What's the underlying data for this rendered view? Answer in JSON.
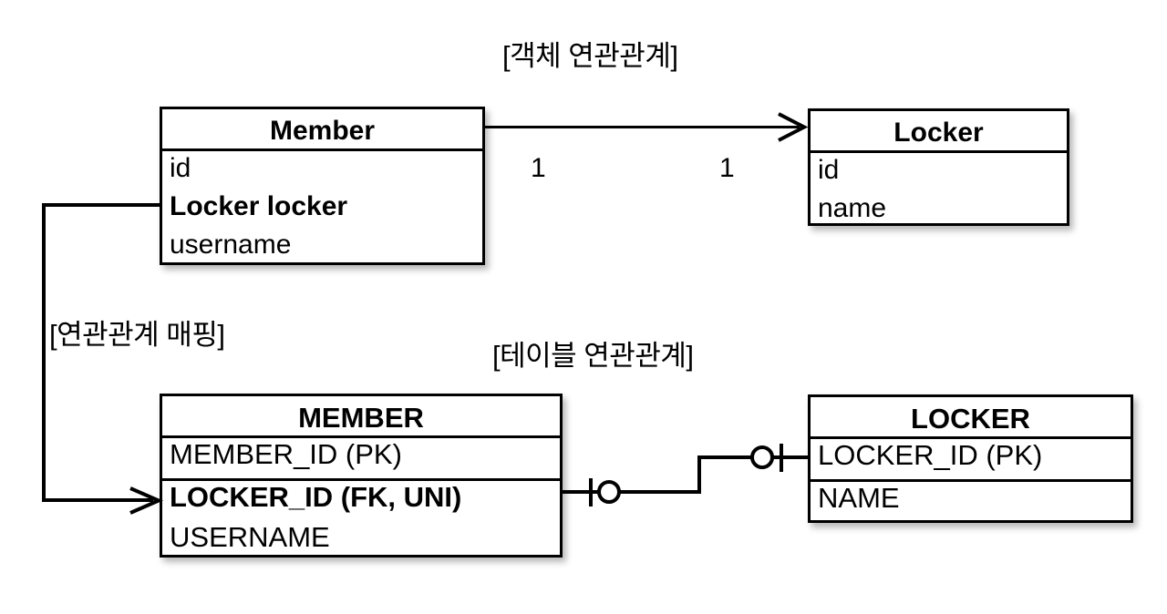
{
  "captions": {
    "object_relation": "[객체 연관관계]",
    "mapping": "[연관관계 매핑]",
    "table_relation": "[테이블 연관관계]"
  },
  "class_diagram": {
    "member": {
      "title": "Member",
      "attributes": [
        {
          "name": "id",
          "bold": false
        },
        {
          "name": "Locker locker",
          "bold": true
        },
        {
          "name": "username",
          "bold": false
        }
      ]
    },
    "locker": {
      "title": "Locker",
      "attributes": [
        {
          "name": "id",
          "bold": false
        },
        {
          "name": "name",
          "bold": false
        }
      ]
    },
    "association": {
      "source_multiplicity": "1",
      "target_multiplicity": "1",
      "direction": "Member -> Locker",
      "arrow": "open-arrow"
    }
  },
  "table_diagram": {
    "member_table": {
      "title": "MEMBER",
      "pk_section": [
        {
          "name": "MEMBER_ID (PK)",
          "bold": false
        }
      ],
      "columns": [
        {
          "name": "LOCKER_ID (FK, UNI)",
          "bold": true
        },
        {
          "name": "USERNAME",
          "bold": false
        }
      ]
    },
    "locker_table": {
      "title": "LOCKER",
      "pk_section": [
        {
          "name": "LOCKER_ID (PK)",
          "bold": false
        }
      ],
      "columns": [
        {
          "name": "NAME",
          "bold": false
        }
      ]
    },
    "relationship": {
      "left_cardinality": "zero-or-one",
      "right_cardinality": "zero-or-one",
      "style": "crows-foot"
    }
  },
  "mapping_arrow": {
    "from": "Member.Locker locker",
    "to": "MEMBER.LOCKER_ID (FK, UNI)",
    "arrow": "solid-arrow"
  },
  "colors": {
    "stroke": "#000000",
    "background": "#ffffff",
    "shadow": "rgba(0,0,0,0.28)"
  }
}
